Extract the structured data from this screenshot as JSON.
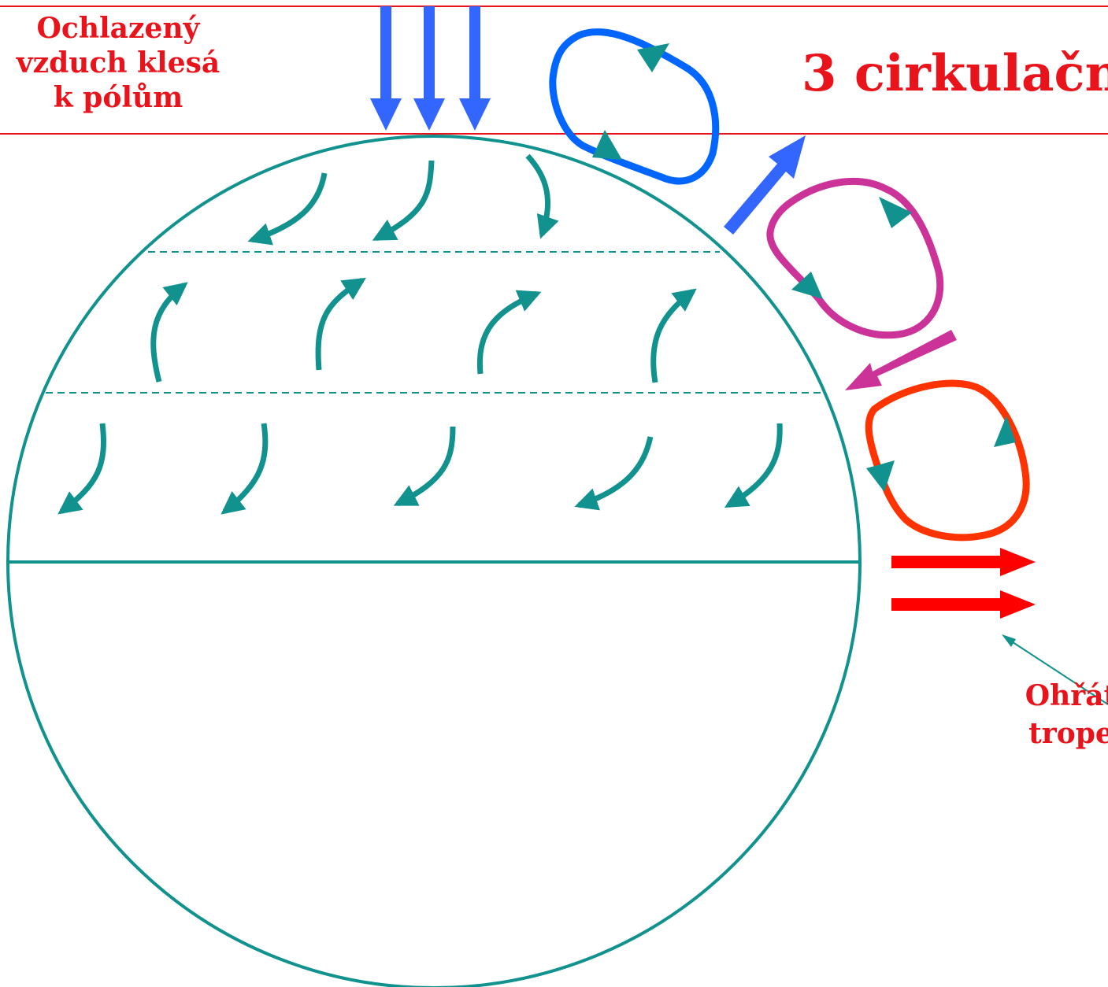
{
  "labels": {
    "cold_air": [
      "Ochlazený",
      "vzduch klesá",
      "k pólům"
    ],
    "title": "3 cirkulačn",
    "warm_air": [
      "Ohřát",
      "trope"
    ]
  },
  "colors": {
    "globe": "#11928e",
    "text": "#e8131b",
    "cold_arrows": "#3366ff",
    "polar_cell": "#0066ff",
    "ferrel_cell": "#cc3399",
    "hadley_cell": "#ff3300",
    "warm_arrows": "#ff0000",
    "top_lines": "#e8131b"
  },
  "icons": {
    "cold": "down-arrow-icon",
    "warm": "right-arrow-icon",
    "cell": "circulation-loop-icon"
  }
}
